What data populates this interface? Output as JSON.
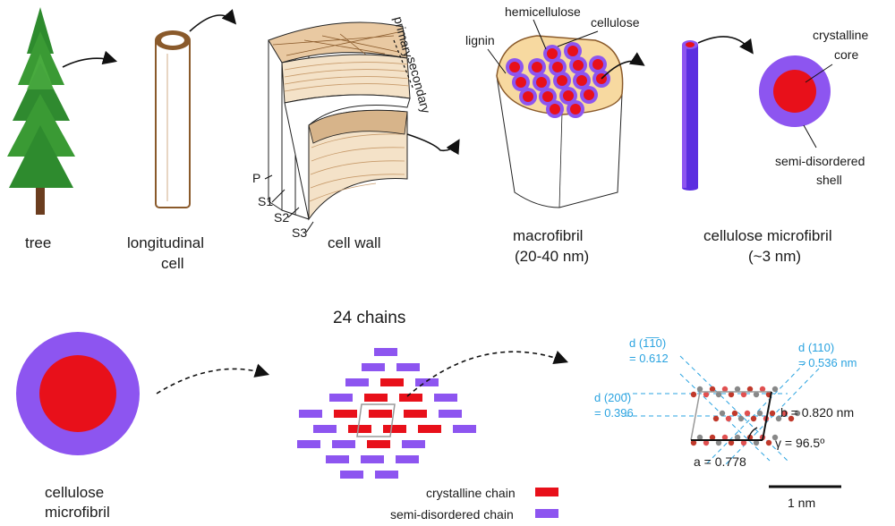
{
  "top": {
    "tree_label": "tree",
    "long_cell_label": [
      "longitudinal",
      "cell"
    ],
    "cell_wall_label": "cell wall",
    "primary": "primary",
    "secondary": "secondary",
    "layers": [
      "P",
      "S1",
      "S2",
      "S3"
    ],
    "hemicellulose": "hemicellulose",
    "cellulose": "cellulose",
    "lignin": "lignin",
    "macrofibril_label": [
      "macrofibril",
      "(20-40 nm)"
    ],
    "microfibril_label": [
      "cellulose microfibril",
      "(~3 nm)"
    ],
    "crystalline_core": [
      "crystalline",
      "core"
    ],
    "shell": [
      "semi-disordered",
      "shell"
    ]
  },
  "bottom": {
    "microfibril_label": [
      "cellulose",
      "microfibril"
    ],
    "chains_title": "24 chains",
    "legend": [
      {
        "label": "crystalline chain",
        "color": "#e8101a"
      },
      {
        "label": "semi-disordered chain",
        "color": "#8d55f0"
      }
    ],
    "d110bar": [
      "d (1̅1̅0)",
      "= 0.612"
    ],
    "d110": [
      "d (110)",
      "= 0.536 nm"
    ],
    "d200": [
      "d (200)",
      "= 0.396"
    ],
    "b": "b = 0.820 nm",
    "gamma": "γ = 96.5º",
    "a": "a = 0.778",
    "scale": "1 nm"
  },
  "colors": {
    "crystalline": "#e8101a",
    "disordered": "#8d55f0",
    "hemicellulose": "#f7d9a0",
    "dspacing": "#2aa3e0",
    "cell_wall": "#8a5a2b"
  }
}
